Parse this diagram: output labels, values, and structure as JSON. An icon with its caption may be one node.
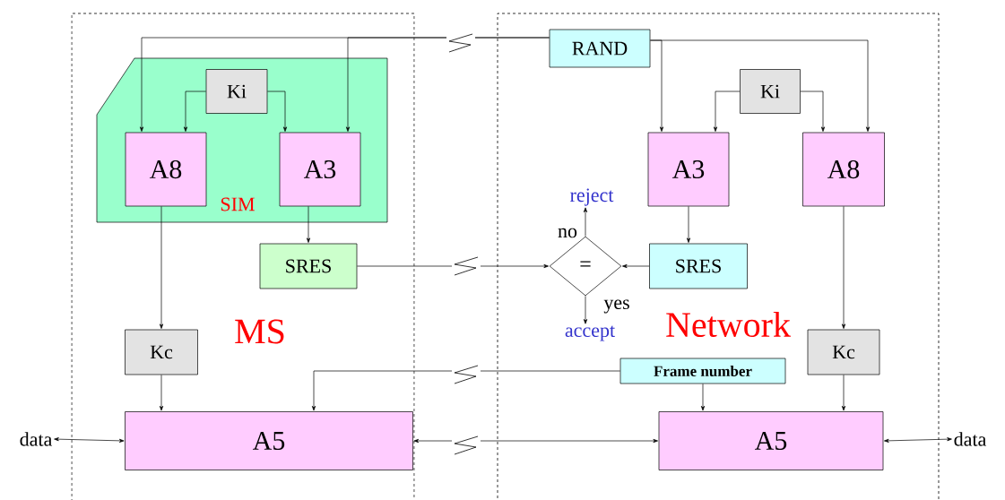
{
  "diagram": {
    "nodes": [
      {
        "text": [
          "MS"
        ]
      },
      {
        "text": [
          "SIM"
        ],
        "in": 0
      },
      {
        "text": [
          "Ki"
        ],
        "in": 1
      },
      {
        "text": [
          "A8"
        ],
        "in": 1
      },
      {
        "text": [
          "A3"
        ],
        "in": 1
      },
      {
        "text": [
          "SRES"
        ],
        "in": 0
      },
      {
        "text": [
          "Kc"
        ],
        "in": 0
      },
      {
        "text": [
          "A5"
        ],
        "in": 0
      },
      {
        "text": [
          "Network"
        ]
      },
      {
        "text": [
          "RAND"
        ],
        "in": 8
      },
      {
        "text": [
          "Ki"
        ],
        "in": 8
      },
      {
        "text": [
          "A3"
        ],
        "in": 8
      },
      {
        "text": [
          "A8"
        ],
        "in": 8
      },
      {
        "text": [
          "="
        ],
        "in": 8
      },
      {
        "text": [
          "reject"
        ],
        "in": 8
      },
      {
        "text": [
          "accept"
        ],
        "in": 8
      },
      {
        "text": [
          "SRES"
        ],
        "in": 8
      },
      {
        "text": [
          "Frame number"
        ],
        "in": 8
      },
      {
        "text": [
          "Kc"
        ],
        "in": 8
      },
      {
        "text": [
          "A5"
        ],
        "in": 8
      },
      {
        "text": [
          "data"
        ]
      },
      {
        "text": [
          "data"
        ]
      }
    ],
    "edges": [
      {
        "from": 9,
        "to": 3,
        "arrow": "to"
      },
      {
        "from": 9,
        "to": 4,
        "arrow": "to"
      },
      {
        "from": 9,
        "to": 11,
        "arrow": "to"
      },
      {
        "from": 9,
        "to": 12,
        "arrow": "to"
      },
      {
        "from": 2,
        "to": 3,
        "arrow": "to"
      },
      {
        "from": 2,
        "to": 4,
        "arrow": "to"
      },
      {
        "from": 10,
        "to": 11,
        "arrow": "to"
      },
      {
        "from": 10,
        "to": 12,
        "arrow": "to"
      },
      {
        "from": 4,
        "to": 5,
        "arrow": "to"
      },
      {
        "from": 5,
        "to": 13,
        "arrow": "to"
      },
      {
        "from": 16,
        "to": 13,
        "arrow": "to"
      },
      {
        "from": 11,
        "to": 16,
        "arrow": "to"
      },
      {
        "from": 13,
        "to": 14,
        "label": "no",
        "arrow": "to"
      },
      {
        "from": 13,
        "to": 15,
        "label": "yes",
        "arrow": "to"
      },
      {
        "from": 3,
        "to": 6,
        "arrow": "to"
      },
      {
        "from": 6,
        "to": 7,
        "arrow": "to"
      },
      {
        "from": 17,
        "to": 7,
        "arrow": "to"
      },
      {
        "from": 17,
        "to": 19,
        "arrow": "to"
      },
      {
        "from": 12,
        "to": 18,
        "arrow": "to"
      },
      {
        "from": 18,
        "to": 19,
        "arrow": "to"
      },
      {
        "from": 20,
        "to": 7,
        "arrow": "both"
      },
      {
        "from": 7,
        "to": 19,
        "arrow": "both"
      },
      {
        "from": 19,
        "to": 21,
        "arrow": "both"
      }
    ]
  }
}
